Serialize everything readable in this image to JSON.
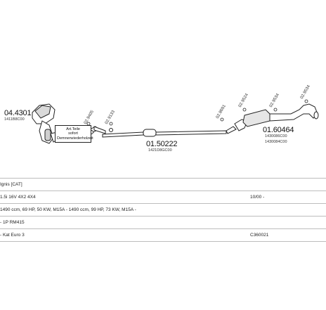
{
  "diagram": {
    "parts": [
      {
        "code": "04.4301",
        "sub": "1411B8C00"
      },
      {
        "code": "01.50222",
        "sub": "1421D8GC00"
      },
      {
        "code": "01.60464",
        "sub": "1430086C00",
        "sub2": "1430084C00"
      }
    ],
    "fittings": [
      "02.9405",
      "02.9133",
      "02.8691",
      "02.9524",
      "02.9534",
      "02.9534"
    ],
    "note": [
      "Art.Teile",
      "sofort",
      "Demnerwiederholzeit"
    ]
  },
  "table": [
    {
      "text": "Ignis [CAT]",
      "right": ""
    },
    {
      "text": "1.5i 16V 4X2 4X4",
      "right": "10/00 -"
    },
    {
      "text": "1490 ccm, 69 HP, 50 KW, M15A - 1490 ccm, 99 HP, 73 KW, M15A -",
      "right": ""
    },
    {
      "text": "- 1P RM415",
      "right": ""
    },
    {
      "text": "- Kat Euro 3",
      "right": "C360021"
    }
  ]
}
